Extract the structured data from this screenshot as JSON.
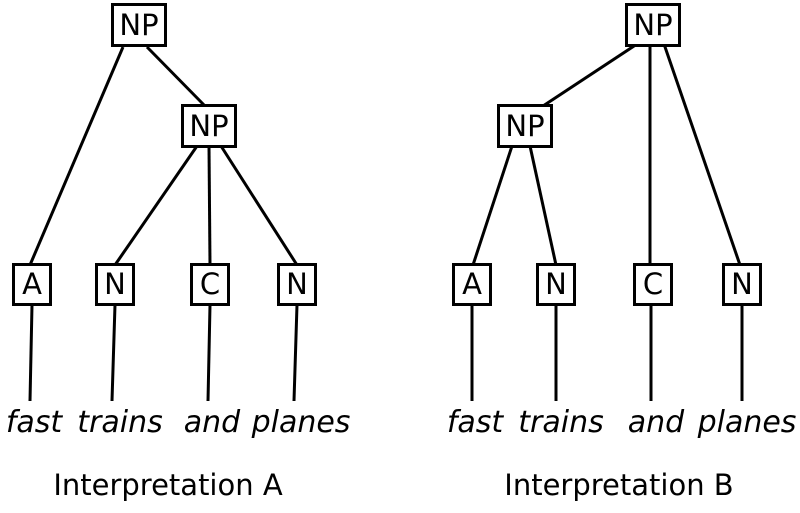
{
  "figure": {
    "colors": {
      "background": "#ffffff",
      "line": "#000000",
      "text": "#000000"
    }
  },
  "trees": [
    {
      "caption": "Interpretation A",
      "nodes": {
        "root": "NP",
        "inner": "NP",
        "leaf1": "A",
        "leaf2": "N",
        "leaf3": "C",
        "leaf4": "N"
      },
      "words": [
        "fast",
        "trains",
        "and",
        "planes"
      ]
    },
    {
      "caption": "Interpretation B",
      "nodes": {
        "root": "NP",
        "inner": "NP",
        "leaf1": "A",
        "leaf2": "N",
        "leaf3": "C",
        "leaf4": "N"
      },
      "words": [
        "fast",
        "trains",
        "and",
        "planes"
      ]
    }
  ]
}
